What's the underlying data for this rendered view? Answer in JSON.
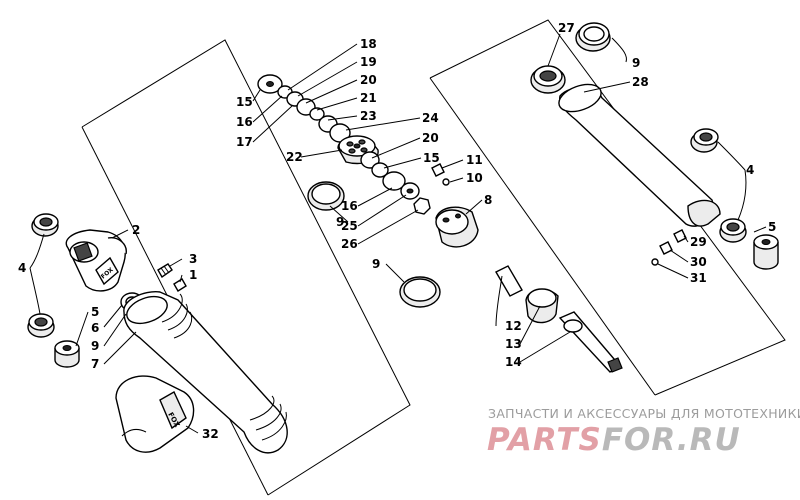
{
  "diagram": {
    "callouts": {
      "l1": "1",
      "l2": "2",
      "l3": "3",
      "l4a": "4",
      "l4b": "4",
      "l5a": "5",
      "l5b": "5",
      "l6": "6",
      "l7": "7",
      "l8": "8",
      "l9a": "9",
      "l9b": "9",
      "l9c": "9",
      "l9d": "9",
      "l10": "10",
      "l11": "11",
      "l12": "12",
      "l13": "13",
      "l14": "14",
      "l15a": "15",
      "l15b": "15",
      "l16a": "16",
      "l16b": "16",
      "l17": "17",
      "l18": "18",
      "l19": "19",
      "l20a": "20",
      "l20b": "20",
      "l21": "21",
      "l22": "22",
      "l23": "23",
      "l24": "24",
      "l25": "25",
      "l26": "26",
      "l27": "27",
      "l28": "28",
      "l29": "29",
      "l30": "30",
      "l31": "31",
      "l32": "32"
    },
    "brand_mark": "FOX"
  },
  "watermark": {
    "tagline": "ЗАПЧАСТИ И АКСЕССУАРЫ ДЛЯ МОТОТЕХНИКИ",
    "logo_part1": "PARTS",
    "logo_part2": "FOR.RU",
    "colors": {
      "part1": "#e2a0a6",
      "part2": "#b9b9b9"
    }
  }
}
